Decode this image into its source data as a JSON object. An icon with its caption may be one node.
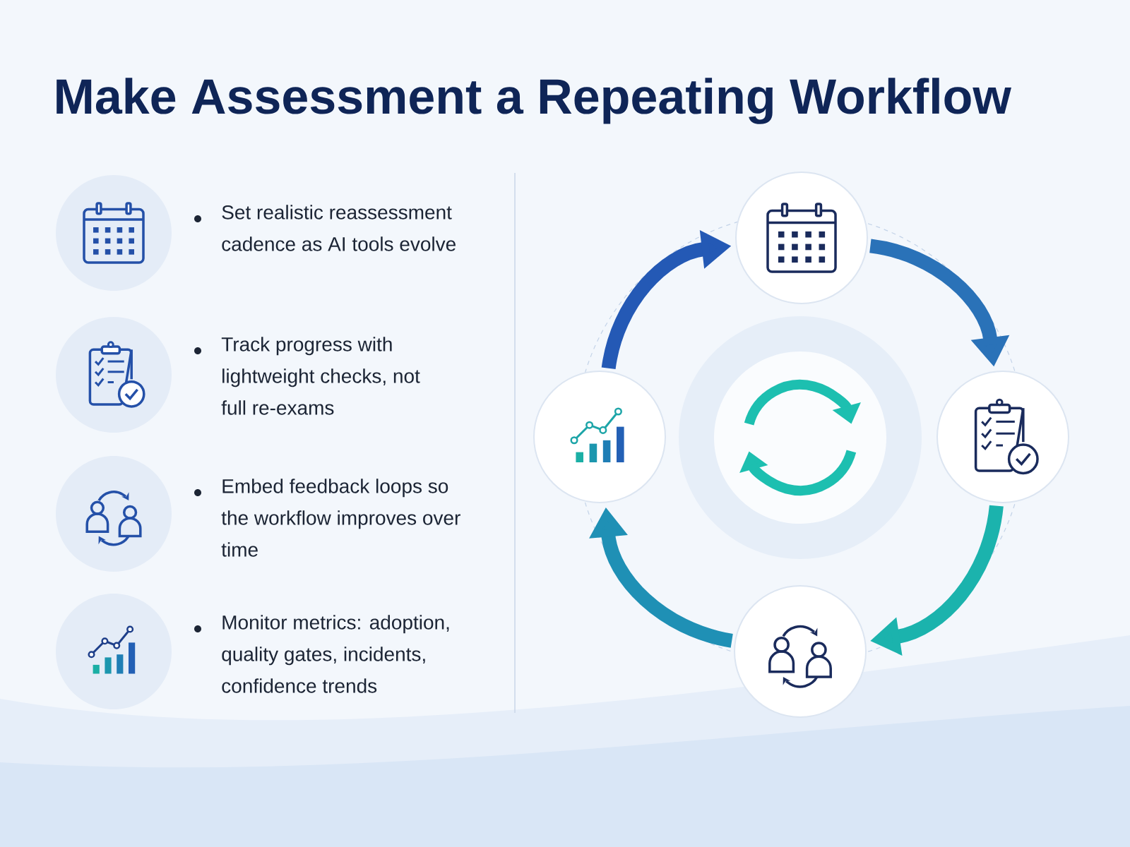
{
  "diagram": {
    "title": "Make Assessment a Repeating Workflow",
    "nodes": [
      {
        "text": [],
        "shape": "circle"
      },
      {
        "text": [],
        "shape": "circle"
      },
      {
        "text": [],
        "shape": "circle"
      },
      {
        "text": [],
        "shape": "circle"
      }
    ],
    "edges": [
      {
        "from": 0,
        "to": 1,
        "arrow": "to",
        "color": "#2a72b8"
      },
      {
        "from": 1,
        "to": 2,
        "arrow": "to",
        "color": "#1bb3ad"
      },
      {
        "from": 2,
        "to": 3,
        "arrow": "to",
        "color": "#1f90b5"
      },
      {
        "from": 3,
        "to": 0,
        "arrow": "to",
        "color": "#2459b5"
      }
    ],
    "labels": [
      "Set realistic reassessment cadence as AI tools evolve",
      "Track progress with lightweight checks, not full re-exams",
      "Embed feedback loops so the workflow improves over time",
      "Monitor metrics: adoption, quality gates, incidents, confidence trends"
    ]
  }
}
